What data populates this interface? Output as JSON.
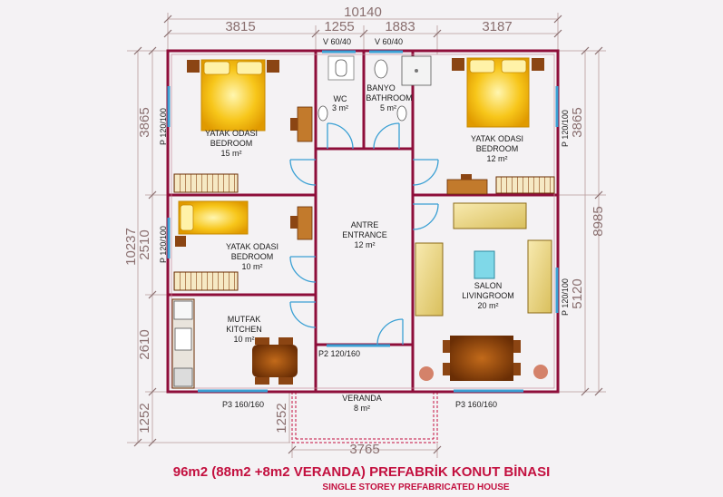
{
  "title": "96m2 (88m2 +8m2  VERANDA) PREFABRİK KONUT BİNASI",
  "subtitle": "SINGLE STOREY PREFABRICATED HOUSE",
  "dimensions": {
    "total_width": "10140",
    "top_segments": [
      "3815",
      "1255",
      "1883",
      "3187"
    ],
    "left_total": "10237",
    "left_segments": [
      "3865",
      "2510",
      "2610",
      "1252"
    ],
    "right_total": "8985",
    "right_segments": [
      "3865",
      "5120"
    ],
    "veranda_width": "3765",
    "veranda_depth": "1252"
  },
  "rooms": {
    "bedroom1": {
      "name_tr": "YATAK ODASI",
      "name_en": "BEDROOM",
      "area": "15 m²"
    },
    "wc": {
      "name_tr": "WC",
      "area": "3 m²"
    },
    "bathroom": {
      "name_tr": "BANYO",
      "name_en": "BATHROOM",
      "area": "5 m²"
    },
    "bedroom2": {
      "name_tr": "YATAK ODASI",
      "name_en": "BEDROOM",
      "area": "12 m²"
    },
    "bedroom3": {
      "name_tr": "YATAK ODASI",
      "name_en": "BEDROOM",
      "area": "10 m²"
    },
    "entrance": {
      "name_tr": "ANTRE",
      "name_en": "ENTRANCE",
      "area": "12 m²"
    },
    "living": {
      "name_tr": "SALON",
      "name_en": "LIVINGROOM",
      "area": "20 m²"
    },
    "kitchen": {
      "name_tr": "MUTFAK",
      "name_en": "KITCHEN",
      "area": "10 m²"
    },
    "veranda": {
      "name_tr": "VERANDA",
      "area": "8 m²"
    }
  },
  "windows": {
    "v1": "V 60/40",
    "v2": "V 60/40",
    "p_left_top": "P 120/100",
    "p_left_mid": "P 120/100",
    "p_right_top": "P 120/100",
    "p_right_mid": "P 120/100",
    "p2": "P2 120/160",
    "p3_left": "P3 160/160",
    "p3_right": "P3 160/160"
  },
  "colors": {
    "wall": "#8e0e3a",
    "window": "#3aa0d4",
    "dimension": "#8a6f6f",
    "title": "#c3103f",
    "bed": "#f5c518",
    "wood": "#8b4513",
    "sofa": "#f0dc82"
  }
}
